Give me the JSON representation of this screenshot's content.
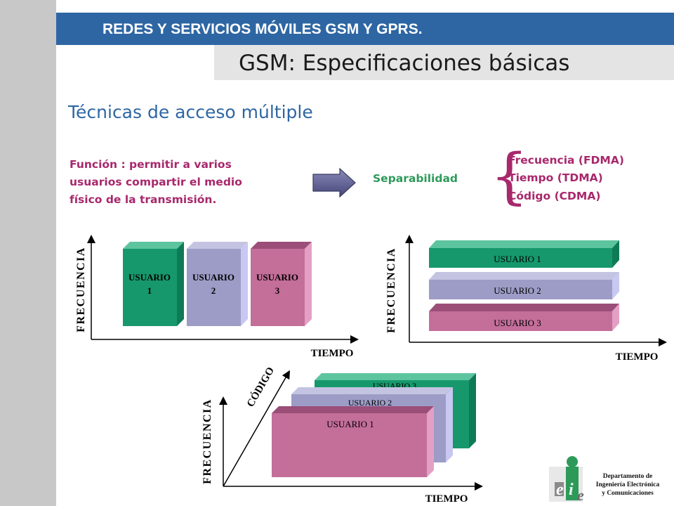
{
  "header": {
    "course_title": "REDES Y SERVICIOS MÓVILES GSM Y GPRS.",
    "slide_title": "GSM: Especificaciones básicas"
  },
  "content": {
    "subtitle": "Técnicas de acceso múltiple",
    "funcion_lines": [
      "Función : permitir a varios",
      "usuarios compartir el medio",
      "físico de la transmisión."
    ],
    "separabilidad": "Separabilidad",
    "techniques": [
      "Frecuencia (FDMA)",
      "Tiempo (TDMA)",
      "Código (CDMA)"
    ]
  },
  "diagrams": {
    "fdma": {
      "y_label": "FRECUENCIA",
      "x_label": "TIEMPO",
      "users": [
        {
          "line1": "USUARIO",
          "line2": "1"
        },
        {
          "line1": "USUARIO",
          "line2": "2"
        },
        {
          "line1": "USUARIO",
          "line2": "3"
        }
      ]
    },
    "tdma": {
      "y_label": "FRECUENCIA",
      "x_label": "TIEMPO",
      "users": [
        "USUARIO 1",
        "USUARIO 2",
        "USUARIO 3"
      ]
    },
    "cdma": {
      "y_label": "FRECUENCIA",
      "x_label": "TIEMPO",
      "z_label": "CÓDIGO",
      "users": [
        "USUARIO 3",
        "USUARIO 2",
        "USUARIO 1"
      ]
    }
  },
  "logo": {
    "letters": [
      "e",
      "i",
      "e"
    ],
    "lines": [
      "Departamento de",
      "Ingeniería Electrónica",
      "y Comunicaciones"
    ]
  },
  "colors": {
    "header_blue": "#2e66a3",
    "magenta": "#a8286c",
    "green": "#2e9a5a",
    "user_green": "#16986c",
    "user_lavender": "#9c9cc6",
    "user_pink": "#c46e9a"
  }
}
